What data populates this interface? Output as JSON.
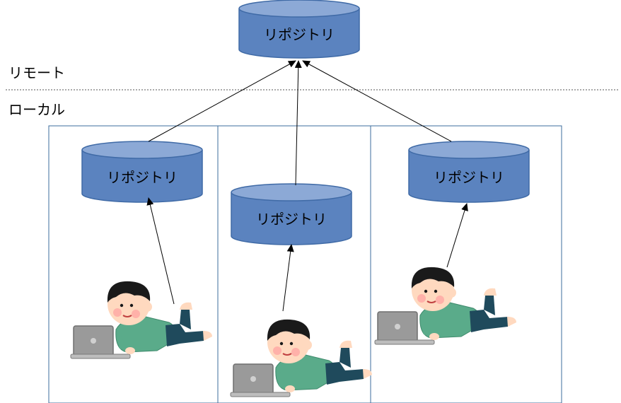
{
  "zones": {
    "remote_label": "リモート",
    "local_label": "ローカル"
  },
  "repositories": {
    "remote": "リポジトリ",
    "local_left": "リポジトリ",
    "local_center": "リポジトリ",
    "local_right": "リポジトリ"
  },
  "colors": {
    "db_fill": "#5b83bf",
    "db_top": "#8ca9d6",
    "db_stroke": "#3f6aa6",
    "panel_border": "#3d6c9e",
    "shirt": "#5aab8a",
    "pants": "#1f4a5c",
    "hair": "#1a1a1a",
    "skin": "#ffd9bf",
    "laptop": "#9a9a9a"
  },
  "icons": [
    "person-with-laptop-icon",
    "person-with-laptop-icon",
    "person-with-laptop-icon"
  ]
}
